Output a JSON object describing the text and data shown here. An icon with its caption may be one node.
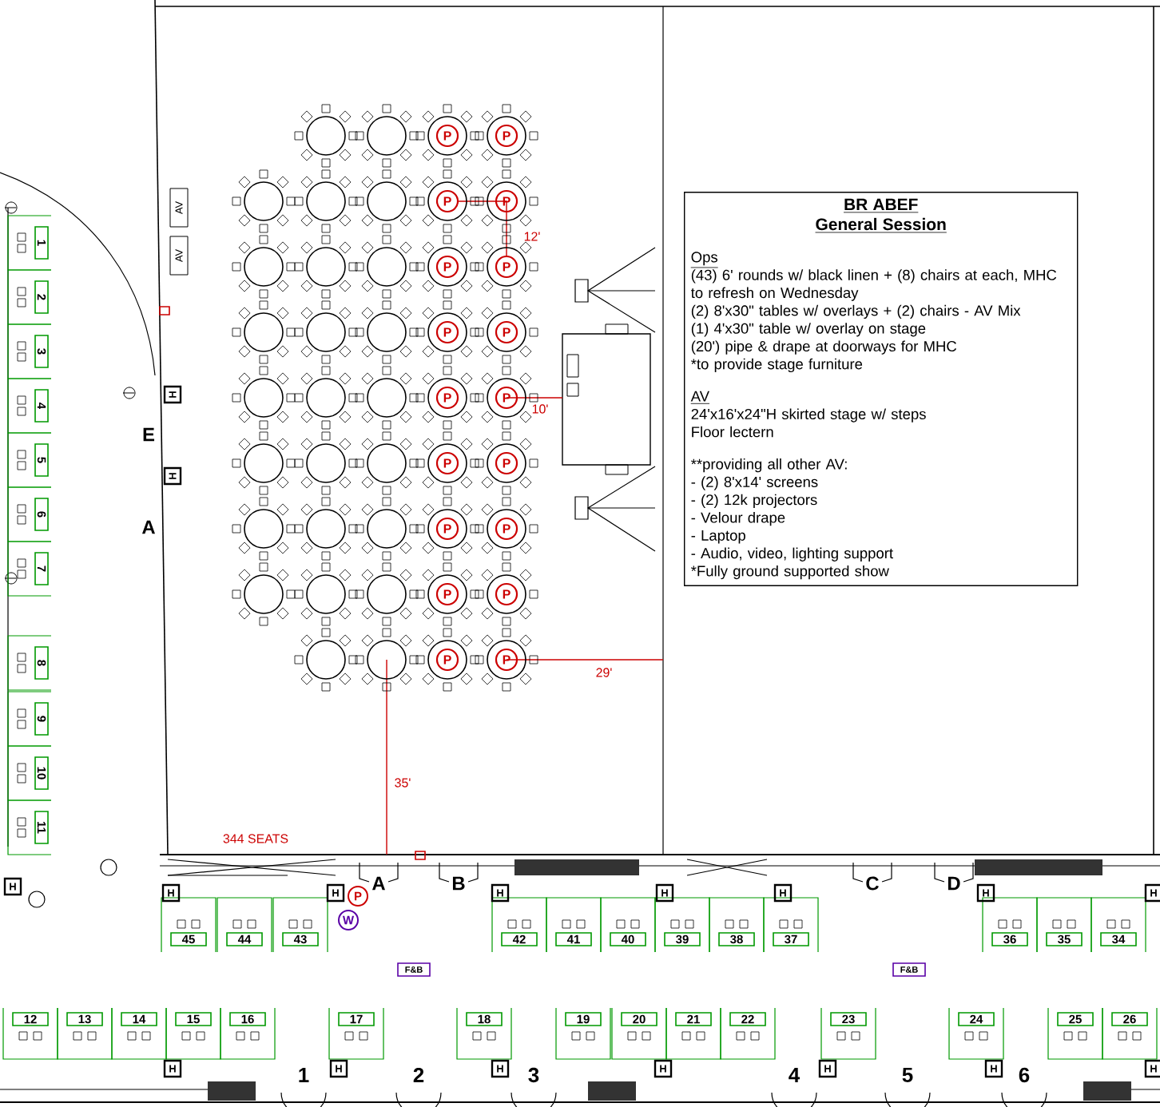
{
  "diagram": {
    "nodes": [
      {
        "text": [
          "BR ABEF",
          "General Session",
          "Ops",
          "(43) 6' rounds w/ black linen + (8) chairs at each, MHC to refresh on Wednesday",
          "(2) 8'x30\" tables w/ overlays + (2) chairs - AV Mix",
          "(1) 4'x30\" table w/ overlay on stage",
          "(20') pipe & drape at doorways for MHC",
          "*to provide stage furniture",
          "AV",
          "24'x16'x24\"H skirted stage w/ steps",
          "Floor lectern",
          "**providing all other AV:",
          "- (2) 8'x14' screens",
          "- (2) 12k projectors",
          "- Velour drape",
          "- Laptop",
          "- Audio, video, lighting support",
          "*Fully ground supported show"
        ]
      },
      {
        "text": [],
        "shape": "circle"
      },
      {
        "text": [],
        "shape": "circle"
      },
      {
        "text": [
          "P"
        ]
      },
      {
        "text": [
          "P"
        ]
      },
      {
        "text": [],
        "shape": "circle"
      },
      {
        "text": [],
        "shape": "circle"
      },
      {
        "text": [],
        "shape": "circle"
      },
      {
        "text": [
          "P"
        ]
      },
      {
        "text": [
          "P"
        ]
      },
      {
        "text": [],
        "shape": "circle"
      },
      {
        "text": [],
        "shape": "circle"
      },
      {
        "text": [],
        "shape": "circle"
      },
      {
        "text": [
          "P"
        ]
      },
      {
        "text": [
          "P"
        ]
      },
      {
        "text": [],
        "shape": "circle"
      },
      {
        "text": [],
        "shape": "circle"
      },
      {
        "text": [],
        "shape": "circle"
      },
      {
        "text": [
          "P"
        ]
      },
      {
        "text": [
          "P"
        ]
      },
      {
        "text": [],
        "shape": "circle"
      },
      {
        "text": [],
        "shape": "circle"
      },
      {
        "text": [],
        "shape": "circle"
      },
      {
        "text": [
          "P"
        ]
      },
      {
        "text": [
          "P"
        ]
      },
      {
        "text": [],
        "shape": "circle"
      },
      {
        "text": [],
        "shape": "circle"
      },
      {
        "text": [],
        "shape": "circle"
      },
      {
        "text": [
          "P"
        ]
      },
      {
        "text": [
          "P"
        ]
      },
      {
        "text": [],
        "shape": "circle"
      },
      {
        "text": [],
        "shape": "circle"
      },
      {
        "text": [],
        "shape": "circle"
      },
      {
        "text": [
          "P"
        ]
      },
      {
        "text": [
          "P"
        ]
      },
      {
        "text": [],
        "shape": "circle"
      },
      {
        "text": [],
        "shape": "circle"
      },
      {
        "text": [],
        "shape": "circle"
      },
      {
        "text": [
          "P"
        ]
      },
      {
        "text": [
          "P"
        ]
      },
      {
        "text": [],
        "shape": "circle"
      },
      {
        "text": [],
        "shape": "circle"
      },
      {
        "text": [
          "P"
        ]
      },
      {
        "text": [
          "P"
        ]
      },
      {
        "text": [
          "AV"
        ]
      },
      {
        "text": [
          "AV"
        ]
      },
      {
        "text": [
          "1"
        ]
      },
      {
        "text": [
          "2"
        ]
      },
      {
        "text": [
          "3"
        ]
      },
      {
        "text": [
          "4"
        ]
      },
      {
        "text": [
          "5"
        ]
      },
      {
        "text": [
          "6"
        ]
      },
      {
        "text": [
          "7"
        ]
      },
      {
        "text": [
          "8"
        ]
      },
      {
        "text": [
          "9"
        ]
      },
      {
        "text": [
          "10"
        ]
      },
      {
        "text": [
          "11"
        ]
      },
      {
        "text": [
          "45"
        ]
      },
      {
        "text": [
          "44"
        ]
      },
      {
        "text": [
          "43"
        ]
      },
      {
        "text": [
          "42"
        ]
      },
      {
        "text": [
          "41"
        ]
      },
      {
        "text": [
          "40"
        ]
      },
      {
        "text": [
          "39"
        ]
      },
      {
        "text": [
          "38"
        ]
      },
      {
        "text": [
          "37"
        ]
      },
      {
        "text": [
          "36"
        ]
      },
      {
        "text": [
          "35"
        ]
      },
      {
        "text": [
          "34"
        ]
      },
      {
        "text": [
          "12"
        ]
      },
      {
        "text": [
          "13"
        ]
      },
      {
        "text": [
          "14"
        ]
      },
      {
        "text": [
          "15"
        ]
      },
      {
        "text": [
          "16"
        ]
      },
      {
        "text": [
          "17"
        ]
      },
      {
        "text": [
          "18"
        ]
      },
      {
        "text": [
          "19"
        ]
      },
      {
        "text": [
          "20"
        ]
      },
      {
        "text": [
          "21"
        ]
      },
      {
        "text": [
          "22"
        ]
      },
      {
        "text": [
          "23"
        ]
      },
      {
        "text": [
          "24"
        ]
      },
      {
        "text": [
          "25"
        ]
      },
      {
        "text": [
          "26"
        ]
      },
      {
        "text": [
          "F&B"
        ]
      },
      {
        "text": [
          "F&B"
        ]
      },
      {
        "text": [
          "P"
        ]
      },
      {
        "text": [
          "W"
        ]
      },
      {
        "text": [
          "H"
        ]
      },
      {
        "text": [
          "H"
        ]
      },
      {
        "text": [
          "H"
        ]
      },
      {
        "text": [
          "H"
        ]
      },
      {
        "text": [
          "H"
        ]
      },
      {
        "text": [
          "H"
        ]
      },
      {
        "text": [
          "H"
        ]
      },
      {
        "text": [
          "H"
        ]
      },
      {
        "text": [
          "H"
        ]
      },
      {
        "text": [
          "H"
        ]
      },
      {
        "text": [
          "H"
        ]
      },
      {
        "text": [
          "H"
        ]
      },
      {
        "text": [
          "H"
        ]
      },
      {
        "text": [
          "H"
        ]
      },
      {
        "text": [
          "H"
        ]
      },
      {
        "text": [
          "H"
        ]
      },
      {
        "text": [
          "H"
        ]
      }
    ],
    "labels": [
      "12'",
      "10'",
      "29'",
      "35'",
      "344 SEATS",
      "E",
      "A",
      "A",
      "B",
      "C",
      "D",
      "1",
      "2",
      "3",
      "4",
      "5",
      "6"
    ]
  }
}
